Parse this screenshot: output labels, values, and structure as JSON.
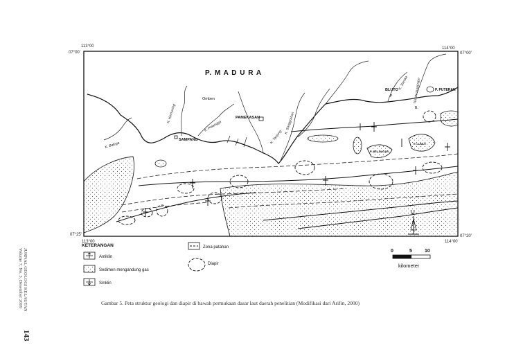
{
  "map": {
    "coords": {
      "top_left_lon": "113°00",
      "top_right_lon": "114°00",
      "top_left_lat": "07°00'",
      "top_right_lat": "07°00'",
      "bottom_left_lat": "07°25'",
      "bottom_left_lon": "113°00",
      "bottom_right_lat": "07°20'",
      "bottom_right_lon": "114°00"
    },
    "island_title": "P. M A D U R A",
    "places": {
      "sampang": "SAMPANG",
      "pamekasan": "PAMEKASAN",
      "omben": "Omben",
      "bluto": "BLUTO",
      "puteran": "P. PUTERAN",
      "marker_right": "B.",
      "bluto_sub": "P",
      "island_a": "P. LUMUT",
      "island_b": "P. BELANGAN"
    },
    "rivers": {
      "balega": "K. Balega",
      "kemuning": "K. Kemuning",
      "pelangga": "K. Pelangga",
      "tanjung": "K. Tanjung",
      "sanggrahan": "K. Sanggrahan",
      "saroka": "K. Saroka",
      "sumenep": "TELUK SUMENEP"
    },
    "legend": {
      "title": "KETERANGAN",
      "antiklin": "Antiklin",
      "sedimen": "Sedimen mengandung gas",
      "sinklin": "Sinklin",
      "zona": "Zona patahan",
      "diapir": "Diapir"
    },
    "north_label": "U",
    "scale": {
      "ticks": [
        "0",
        "5",
        "10"
      ],
      "unit": "kilometer"
    }
  },
  "caption": "Gambar 5. Peta struktur geologi dan diapir di bawah permukaan dasar laut  daerah penelitian (Modifikasi dari Arifin, 2000)",
  "sidebar": {
    "journal_line1": "JURNAL GEOLOGI KELAUTAN",
    "journal_line2": "Volume 7, No. 3, Desember 2009",
    "page_number": "143"
  },
  "colors": {
    "ink": "#1a1a1a",
    "stipple": "#555555",
    "paper": "#ffffff"
  }
}
